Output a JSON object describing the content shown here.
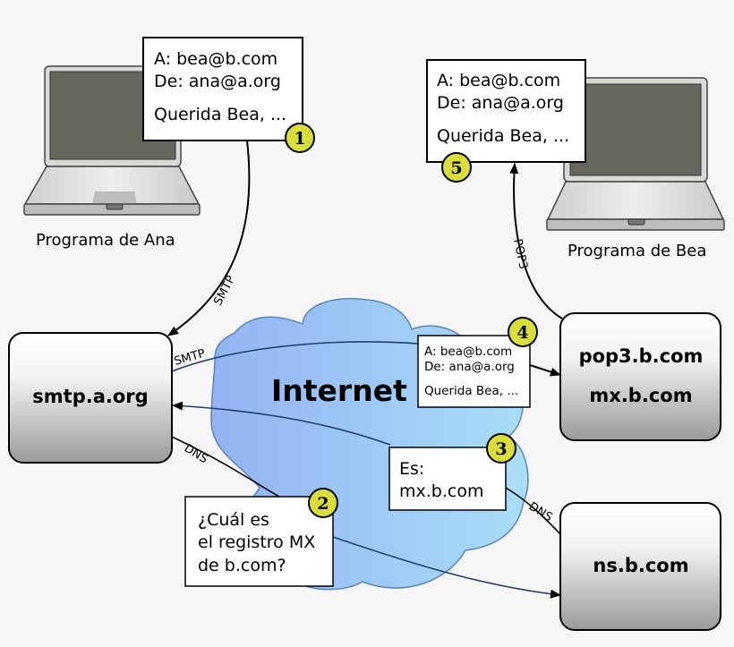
{
  "title": "",
  "colors": {
    "background": "#f6f6f6",
    "cloud": "#9ec4f5",
    "badge": "#d9de3a",
    "screen": "#66665e"
  },
  "clients": {
    "ana": {
      "label": "Programa de Ana"
    },
    "bea": {
      "label": "Programa de Bea"
    }
  },
  "servers": {
    "smtp": {
      "label": "smtp.a.org"
    },
    "pop3": {
      "label": "pop3.b.com"
    },
    "mx": {
      "label": "mx.b.com"
    },
    "ns": {
      "label": "ns.b.com"
    }
  },
  "cloud": {
    "label": "Internet"
  },
  "messages": {
    "m1": {
      "badge": "1",
      "to": "A: bea@b.com",
      "from": "De: ana@a.org",
      "body": "Querida Bea, ..."
    },
    "m2": {
      "badge": "2",
      "lines": [
        "¿Cuál es",
        "el registro MX",
        "de b.com?"
      ]
    },
    "m3": {
      "badge": "3",
      "lines": [
        "Es:",
        "mx.b.com"
      ]
    },
    "m4": {
      "badge": "4",
      "to": "A: bea@b.com",
      "from": "De: ana@a.org",
      "body": "Querida Bea, ..."
    },
    "m5": {
      "badge": "5",
      "to": "A: bea@b.com",
      "from": "De: ana@a.org",
      "body": "Querida Bea, ..."
    }
  },
  "protocols": {
    "smtp1": "SMTP",
    "smtp2": "SMTP",
    "dns1": "DNS",
    "dns2": "DNS",
    "pop3": "POP3"
  }
}
